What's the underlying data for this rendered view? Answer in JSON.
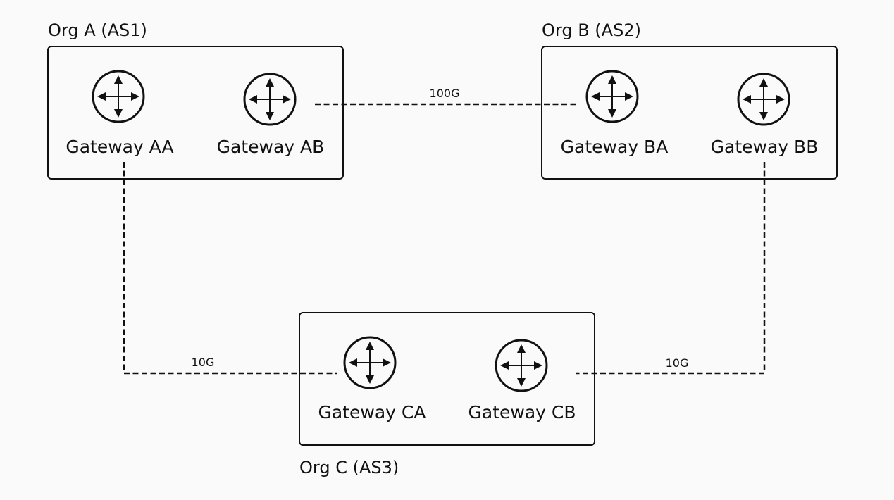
{
  "orgs": [
    {
      "id": "A",
      "label": "Org A (AS1)"
    },
    {
      "id": "B",
      "label": "Org B (AS2)"
    },
    {
      "id": "C",
      "label": "Org C (AS3)"
    }
  ],
  "gateways": [
    {
      "id": "AA",
      "label": "Gateway AA",
      "icon": "router-icon"
    },
    {
      "id": "AB",
      "label": "Gateway AB",
      "icon": "router-icon"
    },
    {
      "id": "BA",
      "label": "Gateway BA",
      "icon": "router-icon"
    },
    {
      "id": "BB",
      "label": "Gateway BB",
      "icon": "router-icon"
    },
    {
      "id": "CA",
      "label": "Gateway CA",
      "icon": "router-icon"
    },
    {
      "id": "CB",
      "label": "Gateway CB",
      "icon": "router-icon"
    }
  ],
  "links": [
    {
      "from": "AB",
      "to": "BA",
      "label": "100G"
    },
    {
      "from": "AA",
      "to": "CA",
      "label": "10G"
    },
    {
      "from": "BB",
      "to": "CB",
      "label": "10G"
    }
  ],
  "colors": {
    "background": "#fafafa",
    "ink": "#111111"
  }
}
